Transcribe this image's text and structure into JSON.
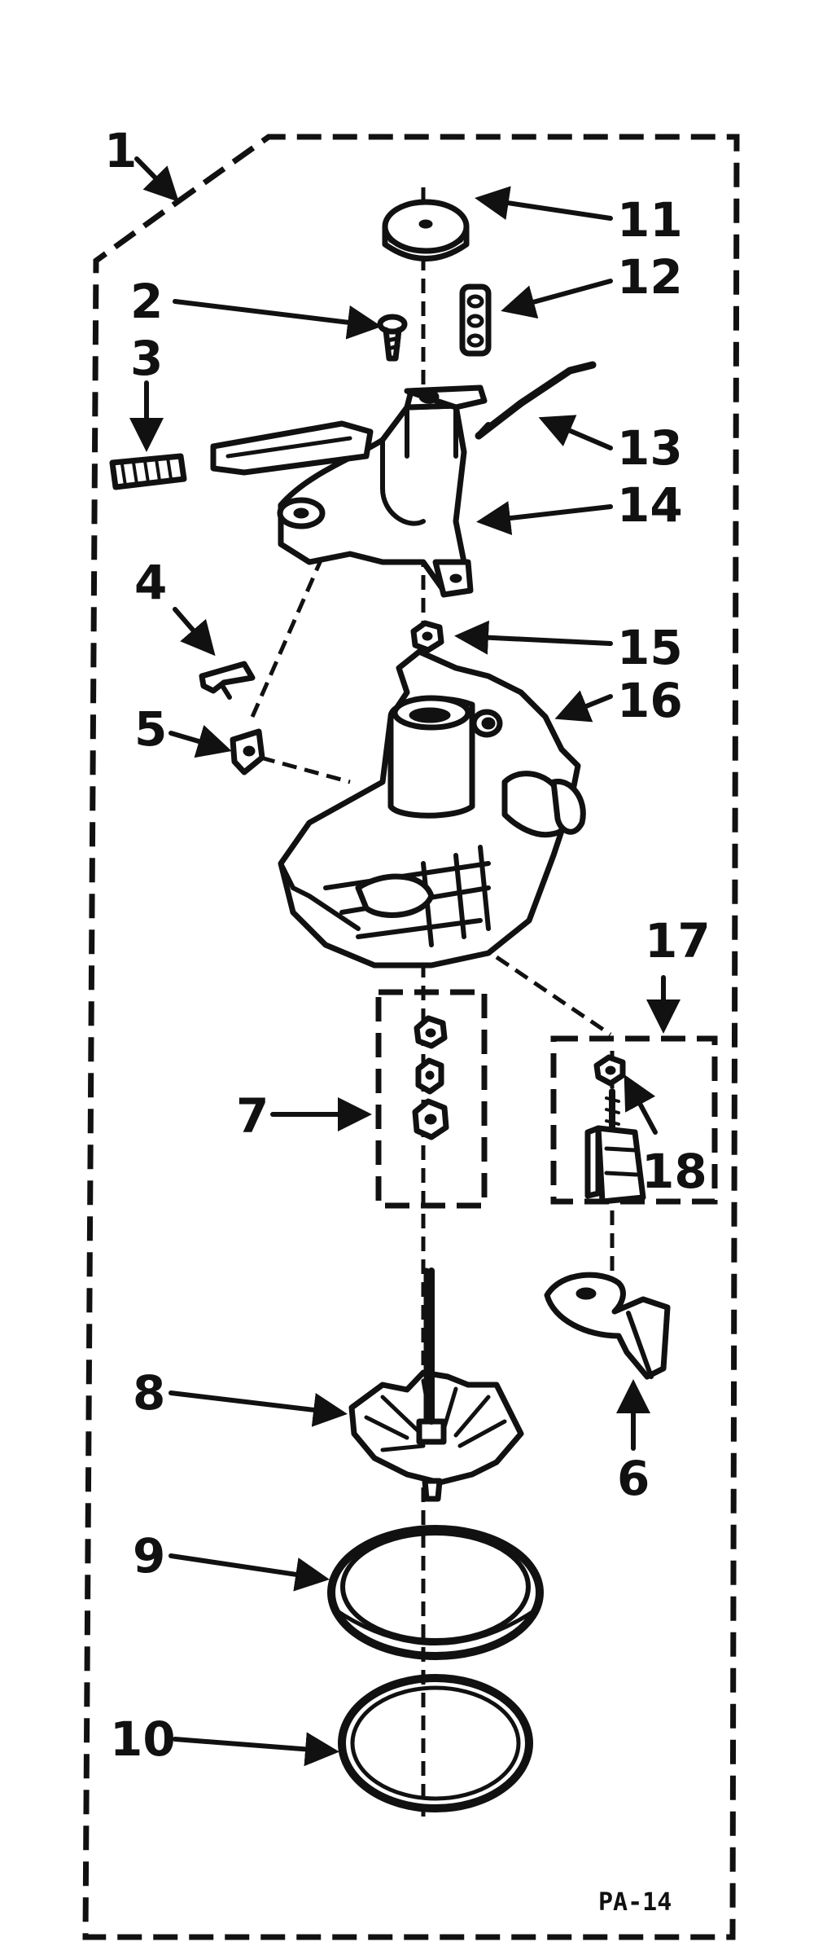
{
  "callouts": [
    {
      "num": "1"
    },
    {
      "num": "2"
    },
    {
      "num": "3"
    },
    {
      "num": "4"
    },
    {
      "num": "5"
    },
    {
      "num": "6"
    },
    {
      "num": "7"
    },
    {
      "num": "8"
    },
    {
      "num": "9"
    },
    {
      "num": "10"
    },
    {
      "num": "11"
    },
    {
      "num": "12"
    },
    {
      "num": "13"
    },
    {
      "num": "14"
    },
    {
      "num": "15"
    },
    {
      "num": "16"
    },
    {
      "num": "17"
    },
    {
      "num": "18"
    }
  ],
  "code": "PA-14",
  "colors": {
    "ink": "#111111",
    "paper": "#ffffff"
  }
}
